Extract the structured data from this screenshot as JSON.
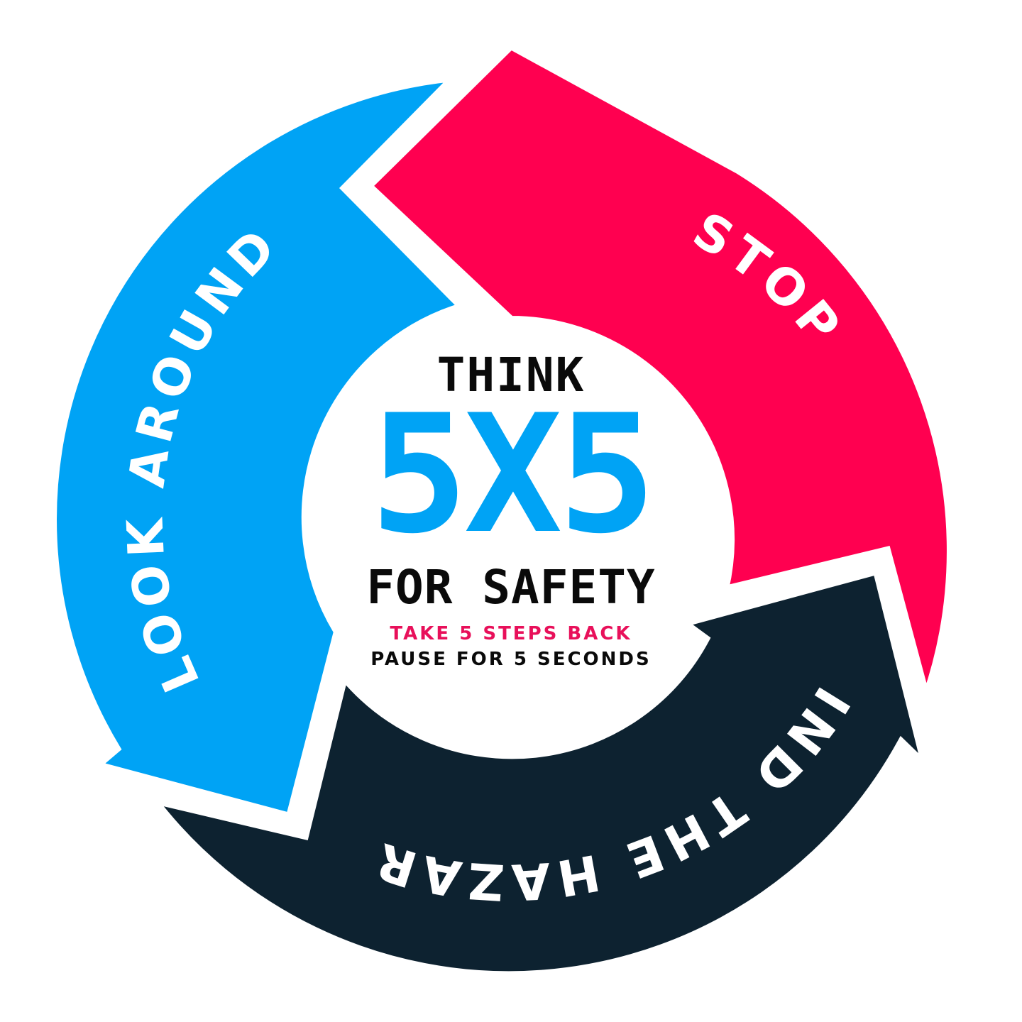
{
  "colors": {
    "stop": "#ff0050",
    "look": "#00a3f5",
    "find": "#0d2230",
    "text_dark": "#0a0a0a",
    "text_accent_blue": "#00a3f5",
    "text_accent_pink": "#e8105a"
  },
  "segments": {
    "stop": {
      "label": "STOP"
    },
    "look": {
      "label": "LOOK AROUND"
    },
    "find": {
      "label": "FIND THE HAZARD"
    }
  },
  "center": {
    "line1": "THINK",
    "line2": "5X5",
    "line3": "FOR SAFETY",
    "line4": "TAKE 5 STEPS BACK",
    "line5": "PAUSE FOR 5 SECONDS"
  }
}
